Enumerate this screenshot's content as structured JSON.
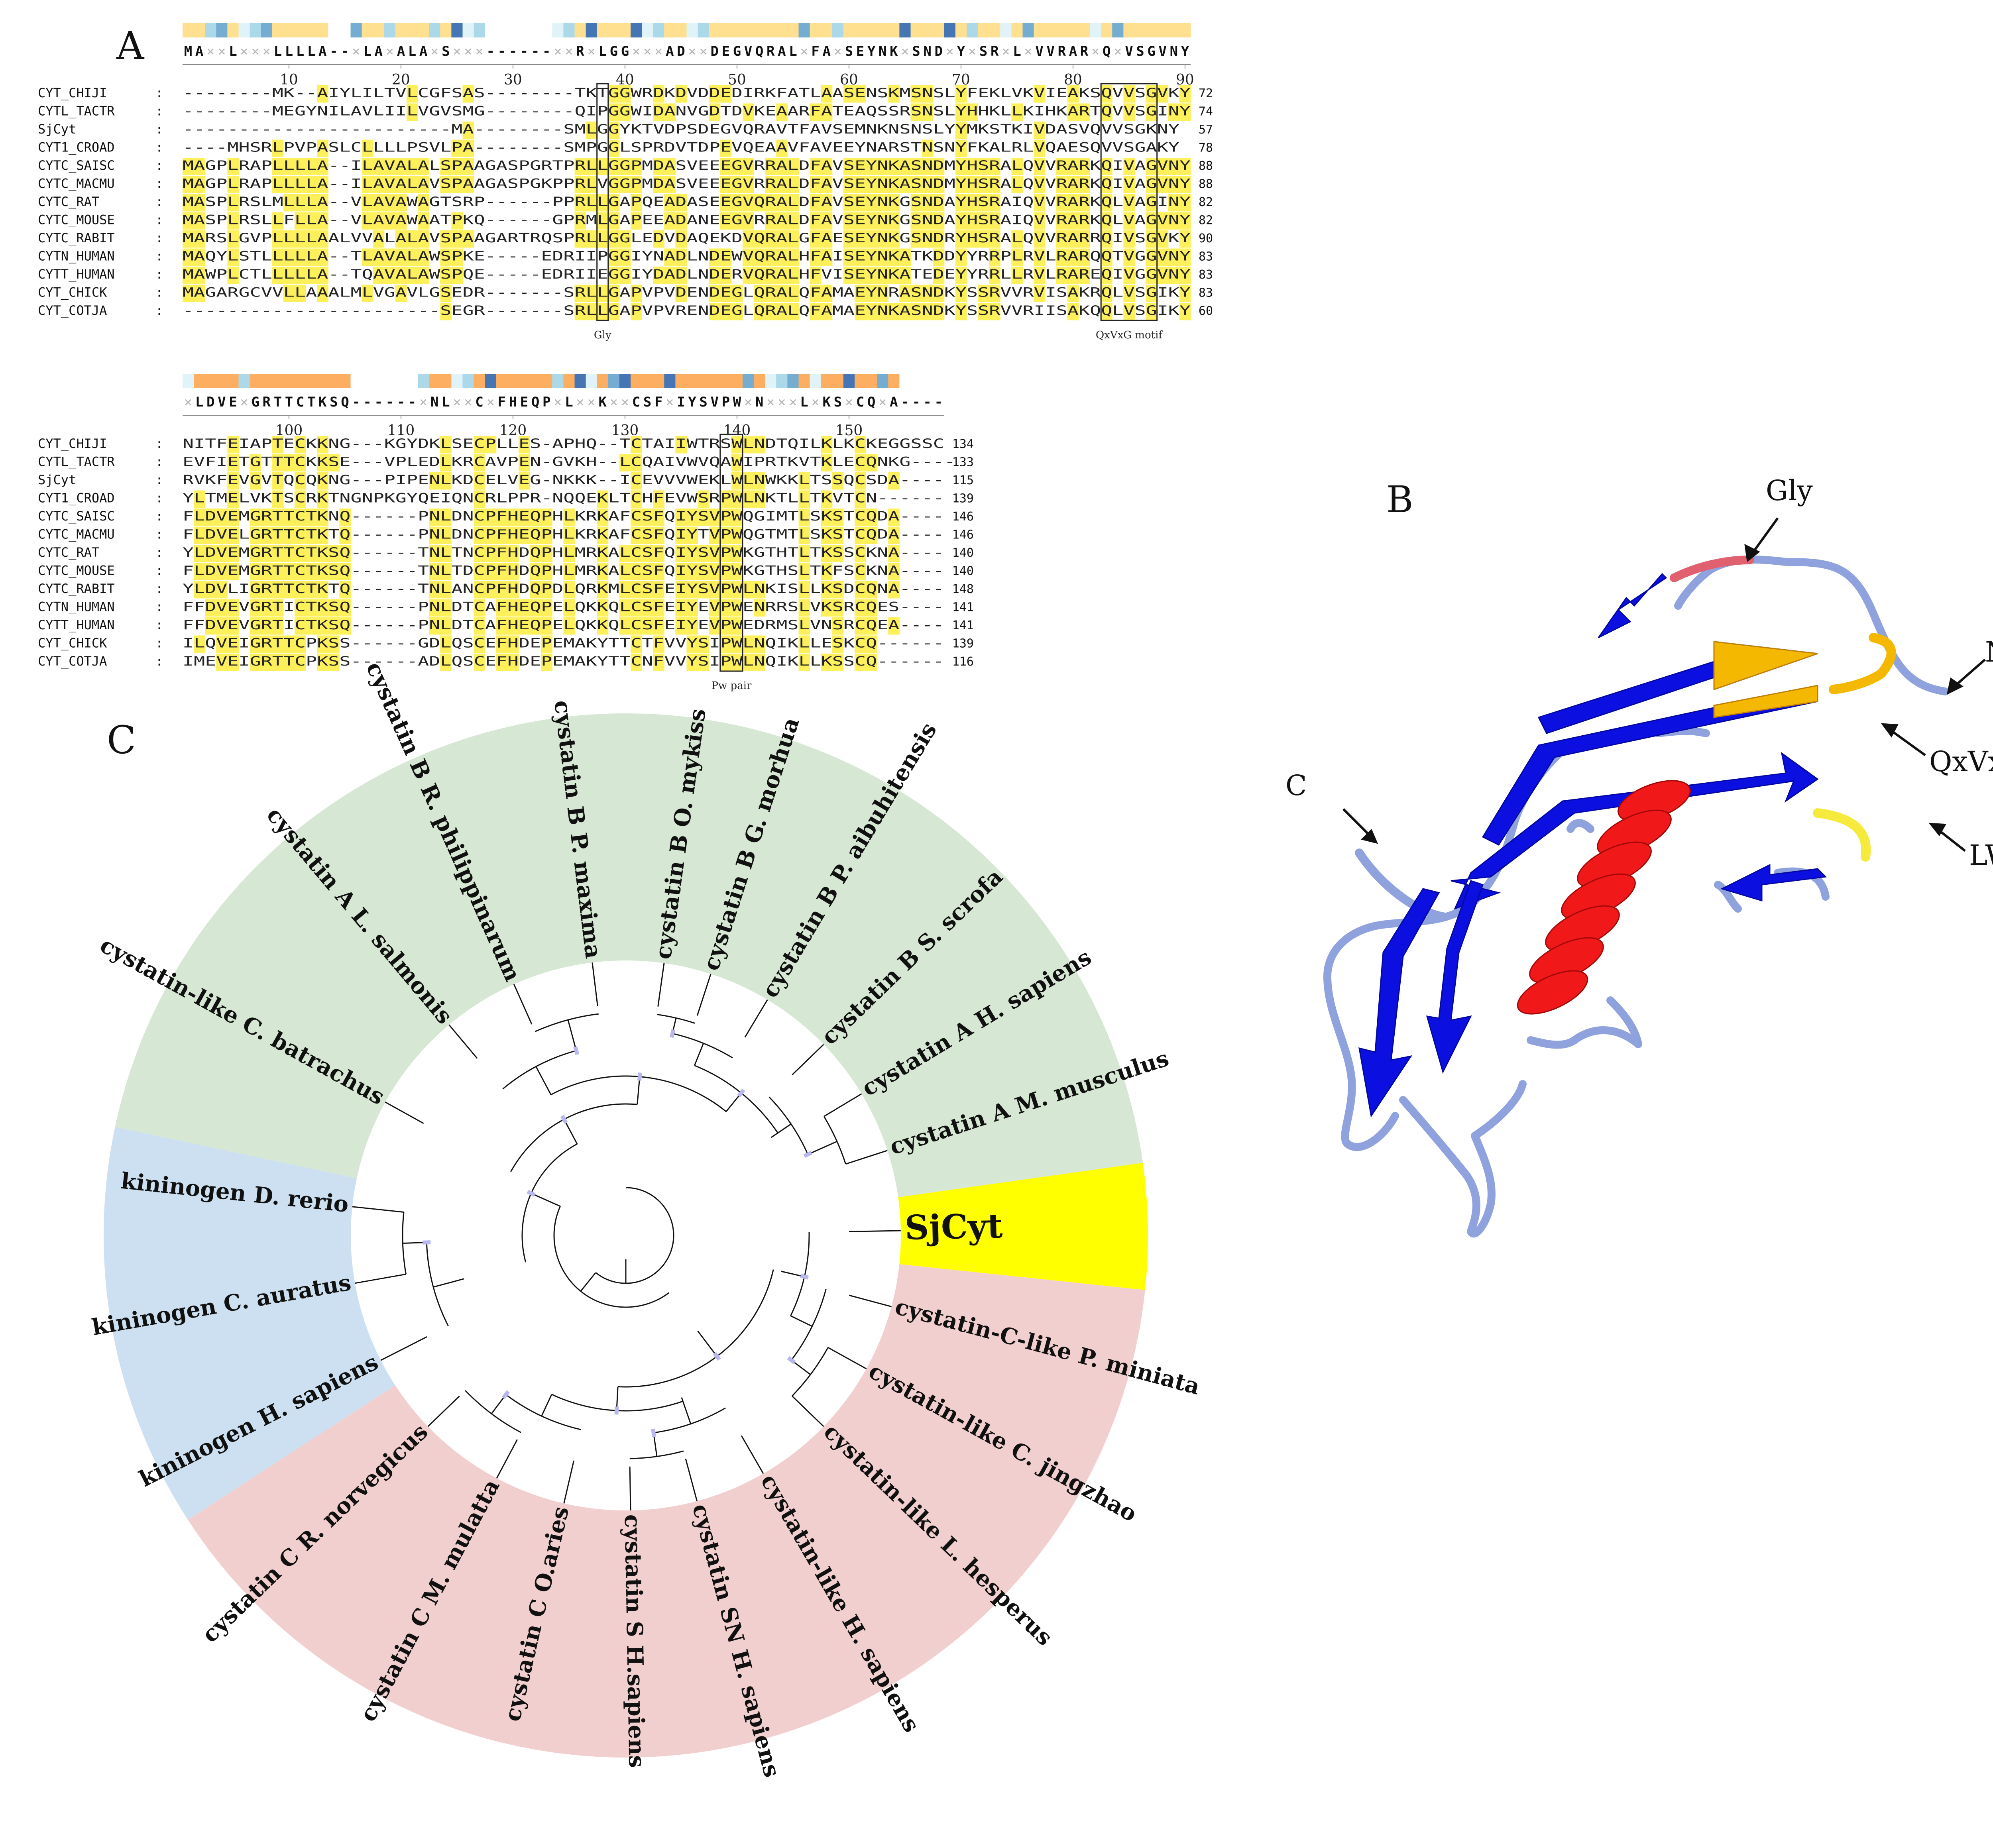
{
  "panels": {
    "A": {
      "label": "A",
      "blocks": [
        {
          "consensus": "MA××L×××LLLLA--×LA×ALA×S×××------××R×LGG×××AD××DEGVQRAL×FA×SEYNK×SND×Y×SR×L×VVRAR×Q×VSGVNY",
          "ruler": [
            {
              "num": "10",
              "pos": 10
            },
            {
              "num": "20",
              "pos": 20
            },
            {
              "num": "30",
              "pos": 30
            },
            {
              "num": "40",
              "pos": 40
            },
            {
              "num": "50",
              "pos": 50
            },
            {
              "num": "60",
              "pos": 60
            },
            {
              "num": "70",
              "pos": 70
            },
            {
              "num": "80",
              "pos": 80
            },
            {
              "num": "90",
              "pos": 90
            }
          ],
          "rows": [
            {
              "name": "CYT_CHIJI",
              "colon": ":",
              "seq": "--------MK--AIYLILTVLCGFSAS--------TKTGGWRDKDVDDEDIRKFATLAASENSKMSNSLYFEKLVKVIEAKSQVVSGVKY",
              "count": "72"
            },
            {
              "name": "CYTL_TACTR",
              "colon": ":",
              "seq": "--------MEGYNILAVLIILVGVSMG--------QIPGGWIDANVGDTDVKEAARFATEAQSSRSNSLYHHKLLKIHKARTQVVSGINY",
              "count": "74"
            },
            {
              "name": "SjCyt",
              "colon": ":",
              "seq": "------------------------MA--------SMLGGYKTVDPSDEGVQRAVTFAVSEMNKNSNSLYYMKSTKIVDASVQVVSGKNY",
              "count": "57"
            },
            {
              "name": "CYT1_CROAD",
              "colon": ":",
              "seq": "----MHSRLPVPASLCLLLLPSVLPA--------SMPGGLSPRDVTDPEVQEAAVFAVEEYNARSTNSNYFKALRLVQAESQVVSGAKY",
              "count": "78"
            },
            {
              "name": "CYTC_SAISC",
              "colon": ":",
              "seq": "MAGPLRAPLLLLA--ILAVALALSPAAGASPGRTPRLLGGPMDASVEEEGVRRALDFAVSEYNKASNDMYHSRALQVVRARKQIVAGVNY",
              "count": "88"
            },
            {
              "name": "CYTC_MACMU",
              "colon": ":",
              "seq": "MAGPLRAPLLLLA--ILAVALAVSPAAGASPGKPPRLVGGPMDASVEEEGVRRALDFAVSEYNKASNDMYHSRALQVVRARKQIVAGVNY",
              "count": "88"
            },
            {
              "name": "CYTC_RAT",
              "colon": ":",
              "seq": "MASPLRSLMLLLA--VLAVAWAGTSRP------PPRLLGAPQEADASEEGVQRALDFAVSEYNKGSNDAYHSRAIQVVRARKQLVAGINY",
              "count": "82"
            },
            {
              "name": "CYTC_MOUSE",
              "colon": ":",
              "seq": "MASPLRSLLFLLA--VLAVAWAATPKQ------GPRMLGAPEEADANEEGVRRALDFAVSEYNKGSNDAYHSRAIQVVRARKQLVAGVNY",
              "count": "82"
            },
            {
              "name": "CYTC_RABIT",
              "colon": ":",
              "seq": "MARSLGVPLLLLAALVVALALAVSPAAGARTRQSPRLLGGLEDVDAQEKDVQRALGFAESEYNKGSNDRYHSRALQVVRARRQIVSGVKY",
              "count": "90"
            },
            {
              "name": "CYTN_HUMAN",
              "colon": ":",
              "seq": "MAQYLSTLLLLLA--TLAVALAWSPKE-----EDRIIPGGIYNADLNDEWVQRALHFAISEYNKATKDDYYRRPLRVLRARQQTVGGVNY",
              "count": "83"
            },
            {
              "name": "CYTT_HUMAN",
              "colon": ":",
              "seq": "MAWPLCTLLLLLA--TQAVALAWSPQE-----EDRIIEGGIYDADLNDERVQRALHFVISEYNKATEDEYYRRLLRVLRAREQIVGGVNY",
              "count": "83"
            },
            {
              "name": "CYT_CHICK",
              "colon": ":",
              "seq": "MAGARGCVVLLAAALMLVGAVLGSEDR-------SRLLGAPVPVDENDEGLQRALQFAMAEYNRASNDKYSSRVVRVISAKRQLVSGIKY",
              "count": "83"
            },
            {
              "name": "CYT_COTJA",
              "colon": ":",
              "seq": "-----------------------SEGR-------SRLLGAPVPVRENDEGLQRALQFAMAEYNKASNDKYSSRVVRIISAKQQLVSGIKY",
              "count": "60"
            }
          ]
        },
        {
          "consensus": "×LDVE×GRTTCTKSQ------×NL××C×FHEQP×L××K××CSF×IYSVPW×N×××L×KS×CQ×A----",
          "ruler": [
            {
              "num": "100",
              "pos": 100
            },
            {
              "num": "110",
              "pos": 110
            },
            {
              "num": "120",
              "pos": 120
            },
            {
              "num": "130",
              "pos": 130
            },
            {
              "num": "140",
              "pos": 140
            },
            {
              "num": "150",
              "pos": 150
            }
          ],
          "rows": [
            {
              "name": "CYT_CHIJI",
              "colon": ":",
              "seq": "NITFEIAPTECKKNG---KGYDKLSECPLLES-APHQ--TCTAIIWTRSWLNDTQILKLKCKEGGSSC",
              "count": "134"
            },
            {
              "name": "CYTL_TACTR",
              "colon": ":",
              "seq": "EVFIETGTTTCKKSE---VPLEDLKRCAVPEN-GVKH--LCQAIVWVQAWIPRTKVTKLECQNKG----",
              "count": "133"
            },
            {
              "name": "SjCyt",
              "colon": ":",
              "seq": "RVKFEVGVTQCQKNG---PIPENLKDCELVEG-NKKK--ICEVVVWEKLWLNWKKLTSSQCSDA----",
              "count": "115"
            },
            {
              "name": "CYT1_CROAD",
              "colon": ":",
              "seq": "YLTMELVKTSCRKTNGNPKGYQEIQNCRLPPR-NQQEKLTCHFEVWSRPWLNKTLLTKVTCN------",
              "count": "139"
            },
            {
              "name": "CYTC_SAISC",
              "colon": ":",
              "seq": "FLDVEMGRTTCTKNQ------PNLDNCPFHEQPHLKRKAFCSFQIYSVPWQGIMTLSKSTCQDA----",
              "count": "146"
            },
            {
              "name": "CYTC_MACMU",
              "colon": ":",
              "seq": "FLDVELGRTTCTKTQ------PNLDNCPFHEQPHLKRKAFCSFQIYTVPWQGTMTLSKSTCQDA----",
              "count": "146"
            },
            {
              "name": "CYTC_RAT",
              "colon": ":",
              "seq": "YLDVEMGRTTCTKSQ------TNLTNCPFHDQPHLMRKALCSFQIYSVPWKGTHTLTKSSCKNA----",
              "count": "140"
            },
            {
              "name": "CYTC_MOUSE",
              "colon": ":",
              "seq": "FLDVEMGRTTCTKSQ------TNLTDCPFHDQPHLMRKALCSFQIYSVPWKGTHSLTKFSCKNA----",
              "count": "140"
            },
            {
              "name": "CYTC_RABIT",
              "colon": ":",
              "seq": "YLDVLIGRTTCTKTQ------TNLANCPFHDQPDLQRKMLCSFEIYSVPWLNKISLLKSDCQNA----",
              "count": "148"
            },
            {
              "name": "CYTN_HUMAN",
              "colon": ":",
              "seq": "FFDVEVGRTICTKSQ------PNLDTCAFHEQPELQKKQLCSFEIYEVPWENRRSLVKSRCQES----",
              "count": "141"
            },
            {
              "name": "CYTT_HUMAN",
              "colon": ":",
              "seq": "FFDVEVGRTICTKSQ------PNLDTCAFHEQPELQKKQLCSFEIYEVPWEDRMSLVNSRCQEA----",
              "count": "141"
            },
            {
              "name": "CYT_CHICK",
              "colon": ":",
              "seq": "ILQVEIGRTTCPKSS------GDLQSCEFHDEPEMAKYTTCTFVVYSIPWLNQIKLLESKCQ------",
              "count": "139"
            },
            {
              "name": "CYT_COTJA",
              "colon": ":",
              "seq": "IMEVEIGRTTCPKSS------ADLQSCEFHDEPEMAKYTTCNFVVYSIPWLNQIKLLKSSCQ------",
              "count": "116"
            }
          ]
        }
      ],
      "annotations": {
        "gly": "Gly",
        "qxvxg": "QxVxG motif",
        "pw": "Pw pair"
      }
    },
    "B": {
      "label": "B",
      "labels": {
        "gly": "Gly",
        "n": "N",
        "qxvxg": "QxVxG",
        "c": "C",
        "lw": "LW"
      }
    },
    "C": {
      "label": "C",
      "highlight": "SjCyt",
      "leaves": [
        {
          "label": "cystatin A M. musculus",
          "group": "green"
        },
        {
          "label": "cystatin A H. sapiens",
          "group": "green"
        },
        {
          "label": "cystatin B S. scrofa",
          "group": "green"
        },
        {
          "label": "cystatin B P. aibuhitensis",
          "group": "green"
        },
        {
          "label": "cystatin B G. morhua",
          "group": "green"
        },
        {
          "label": "cystatin B O. mykiss",
          "group": "green"
        },
        {
          "label": "cystatin B P. maxima",
          "group": "green"
        },
        {
          "label": "cystatin B R. philippinarum",
          "group": "green"
        },
        {
          "label": "cystatin A L. salmonis",
          "group": "green"
        },
        {
          "label": "cystatin-like C. batrachus",
          "group": "green"
        },
        {
          "label": "kininogen D. rerio",
          "group": "blue"
        },
        {
          "label": "kininogen C. auratus",
          "group": "blue"
        },
        {
          "label": "kininogen H. sapiens",
          "group": "blue"
        },
        {
          "label": "cystatin C R. norvegicus",
          "group": "pink"
        },
        {
          "label": "cystatin C M. mulatta",
          "group": "pink"
        },
        {
          "label": "cystatin C O.aries",
          "group": "pink"
        },
        {
          "label": "cystatin S H.sapiens",
          "group": "pink"
        },
        {
          "label": "cystatin SN H. sapiens",
          "group": "pink"
        },
        {
          "label": "cystatin-like H. sapiens",
          "group": "pink"
        },
        {
          "label": "cystatin-like L. hesperus",
          "group": "pink"
        },
        {
          "label": "cystatin-like C. jingzhao",
          "group": "pink"
        },
        {
          "label": "cystatin-C-like P. miniata",
          "group": "pink"
        },
        {
          "label": "SjCyt",
          "group": "yellow"
        }
      ]
    }
  },
  "colors": {
    "identity_highlight": "#fdf05a",
    "green_sector": "#d6e8d3",
    "blue_sector": "#cde0f1",
    "pink_sector": "#f2cfcf",
    "yellow_sector": "#ffff00",
    "strand_blue": "#0b10e0",
    "coil_light": "#8fa2dd",
    "helix_red": "#f01818",
    "motif_orange": "#f5b800",
    "lw_yellow": "#f6ea3c",
    "gly_pink": "#e06070"
  }
}
